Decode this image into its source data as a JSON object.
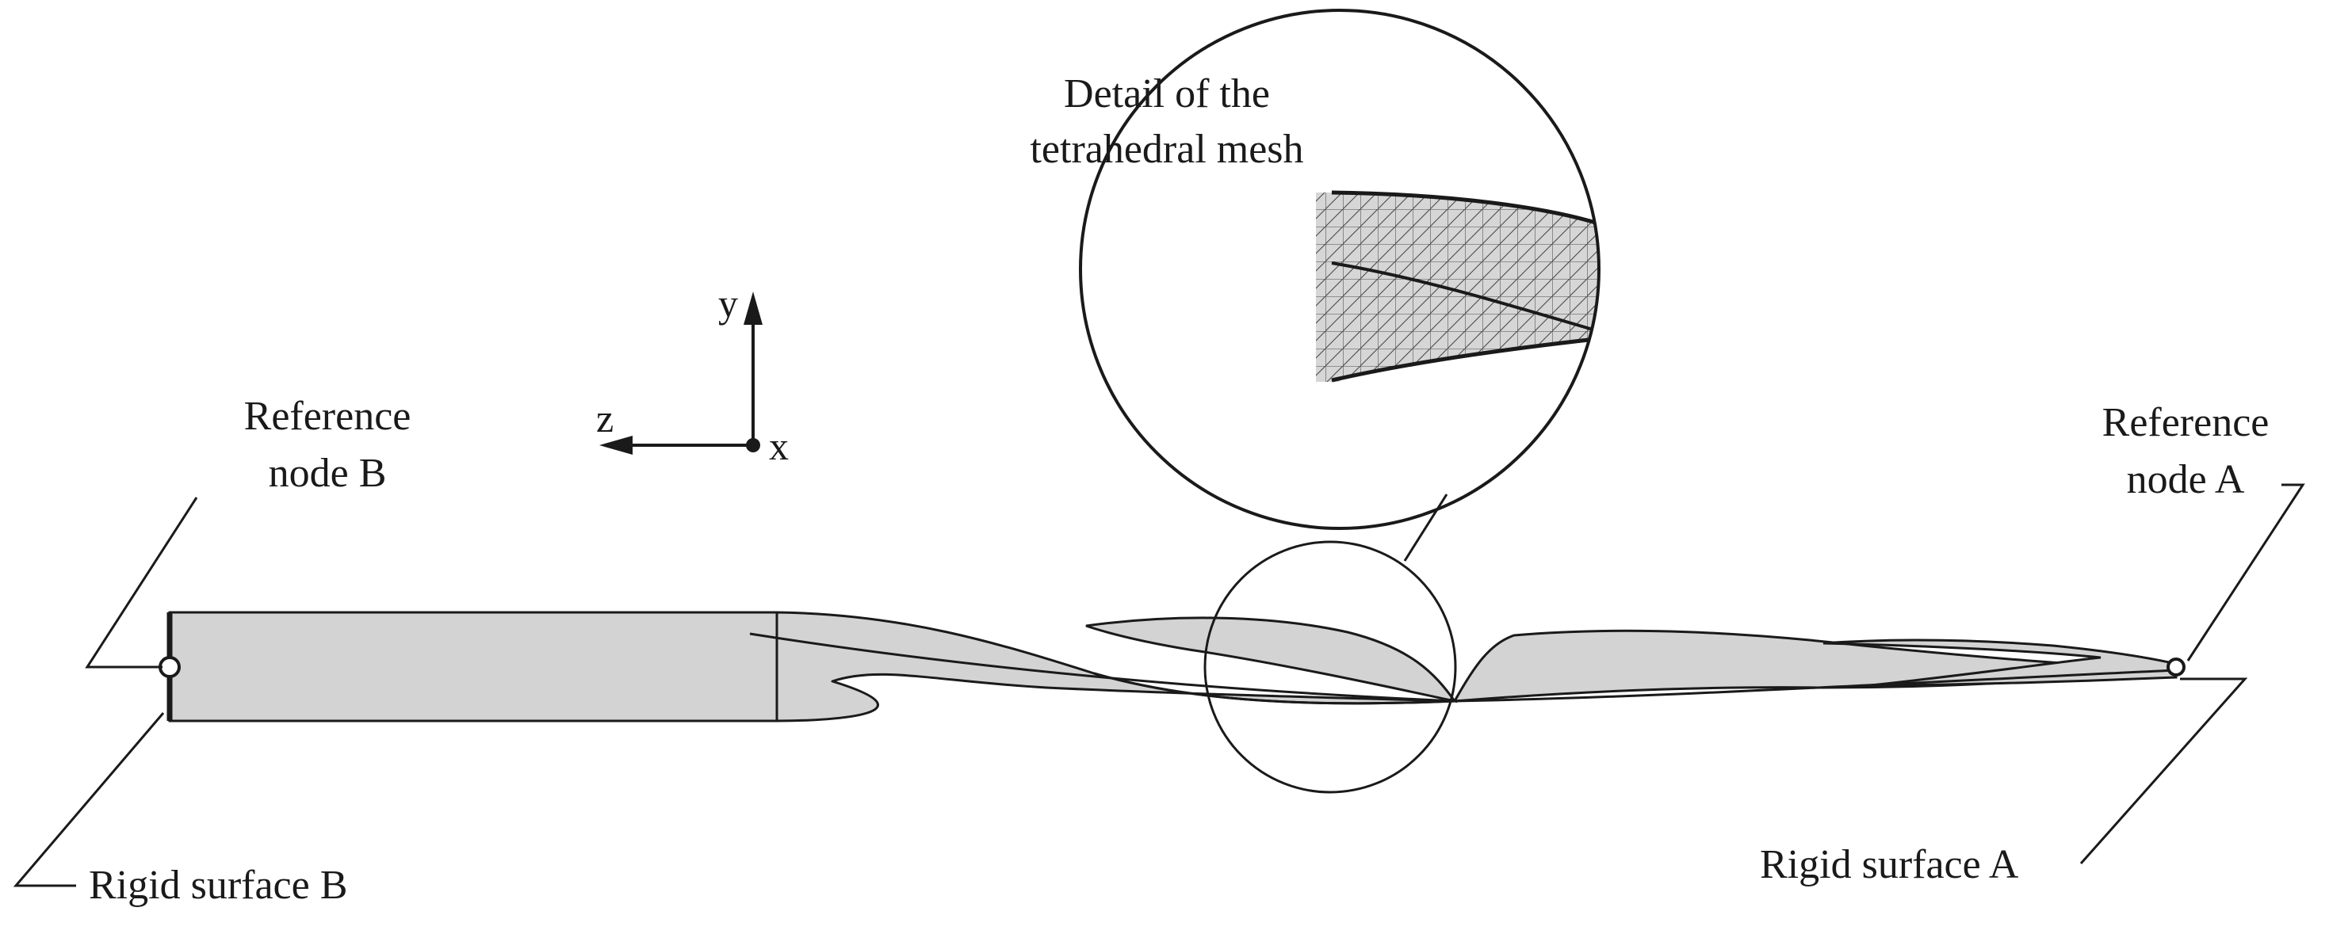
{
  "labels": {
    "detail_line1": "Detail of the",
    "detail_line2": "tetrahedral mesh",
    "ref_b_line1": "Reference",
    "ref_b_line2": "node B",
    "ref_a_line1": "Reference",
    "ref_a_line2": "node A",
    "rigid_b": "Rigid surface B",
    "rigid_a": "Rigid surface A"
  },
  "axes": {
    "y": "y",
    "z": "z",
    "x": "x"
  },
  "colors": {
    "body_fill": "#d3d3d3",
    "line": "#1a1a1a",
    "background": "#ffffff"
  }
}
